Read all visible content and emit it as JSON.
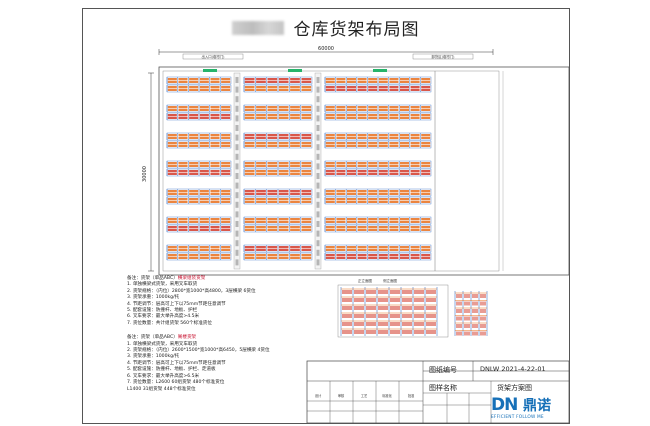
{
  "drawing": {
    "title": "仓库货架布局图",
    "dimension_width": "60000",
    "dimension_height": "30000",
    "top_labels": [
      "出入口(卷帘门)",
      "卸货区(卷帘门)"
    ],
    "elevation_labels": [
      "正立面图",
      "侧立面图"
    ]
  },
  "notes": {
    "section1_title": "备注：货架（单品ABC）",
    "section1_highlight": "横梁组装货架",
    "section1_lines": [
      "1. 单独横梁式货架，采用叉车取货",
      "2. 货架规格：（内位）2800*宽1000*高4800，3层横梁 6货位",
      "3. 货架承重：1000kg/托",
      "4. 节距调节：层高可上下以75mm节距任意调节",
      "5. 配套设施：防撞杆、地板、护栏",
      "6. 叉车要求：最大举升高度>4.5米",
      "7. 货位数量：共计组货架 560个标准货位"
    ],
    "section2_title": "备注：货架（单品ABC）",
    "section2_highlight": "阁楼货架",
    "section2_lines": [
      "1. 单独横梁式货架，采用叉车取货",
      "2. 货架规格：（内位）2600*1500*宽1000*高6450，5层横梁 4货位",
      "3. 货架承重：1000kg/托",
      "4. 节距调节：层高可上下以75mm节距任意调节",
      "5. 配套设施：防撞杆、地板、护栏、走道板",
      "6. 叉车要求：最大举升高度>6.5米",
      "7. 货位数量：L2600 60组货架 480个标准货位",
      "   L1400 31组货架 448个标准货位"
    ]
  },
  "title_block": {
    "drawing_no_label": "图纸编号",
    "drawing_no_value": "DNLW 2021-4-22-01",
    "sample_name_label": "图样名称",
    "sample_name_value": "货架方案图",
    "header_cells": [
      "设计",
      "审核",
      "工艺",
      "标准化",
      "批准"
    ]
  },
  "logo": {
    "mark": "DN",
    "name_cn": "鼎诺",
    "tagline": "EFFICIENT FOLLOW ME"
  },
  "colors": {
    "rack_orange": "#e8701f",
    "rack_blue": "#1e5fbf",
    "rack_red": "#d23a2a",
    "pallet_gray": "#9a9a9a",
    "aisle_green": "#27b46b",
    "line": "#555555"
  }
}
